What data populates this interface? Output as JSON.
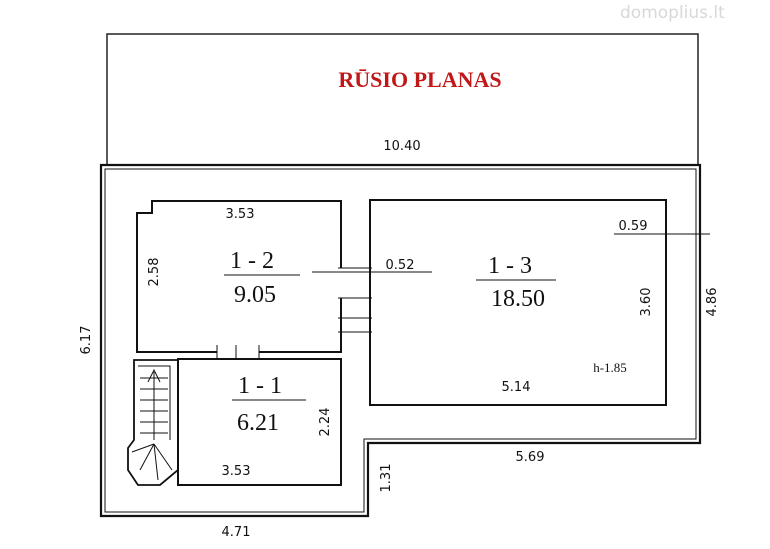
{
  "watermark": "domoplius.lt",
  "title": "RŪSIO PLANAS",
  "dimensions": {
    "top_width": "10.40",
    "left_height": "6.17",
    "right_height": "4.86",
    "bottom_width": "4.71",
    "step_height": "1.31",
    "bottom_right_width": "5.69"
  },
  "rooms": [
    {
      "id": "1 - 2",
      "area": "9.05",
      "width": "3.53",
      "height": "2.58"
    },
    {
      "id": "1 - 1",
      "area": "6.21",
      "width": "3.53",
      "height": "2.24"
    },
    {
      "id": "1 - 3",
      "area": "18.50",
      "width": "5.14",
      "height": "3.60",
      "wall": "0.59",
      "ceiling_note": "h-1.85"
    }
  ],
  "opening": "0.52"
}
